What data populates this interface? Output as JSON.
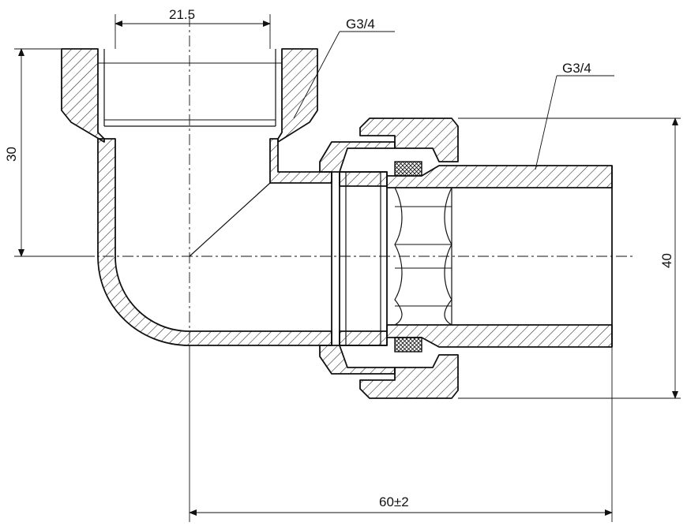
{
  "dimensions": {
    "top_width": "21.5",
    "left_height": "30",
    "right_height": "40",
    "bottom_length": "60±2"
  },
  "callouts": {
    "upper_thread": "G3/4",
    "right_thread": "G3/4"
  },
  "colors": {
    "line": "#111111",
    "background": "#ffffff"
  }
}
